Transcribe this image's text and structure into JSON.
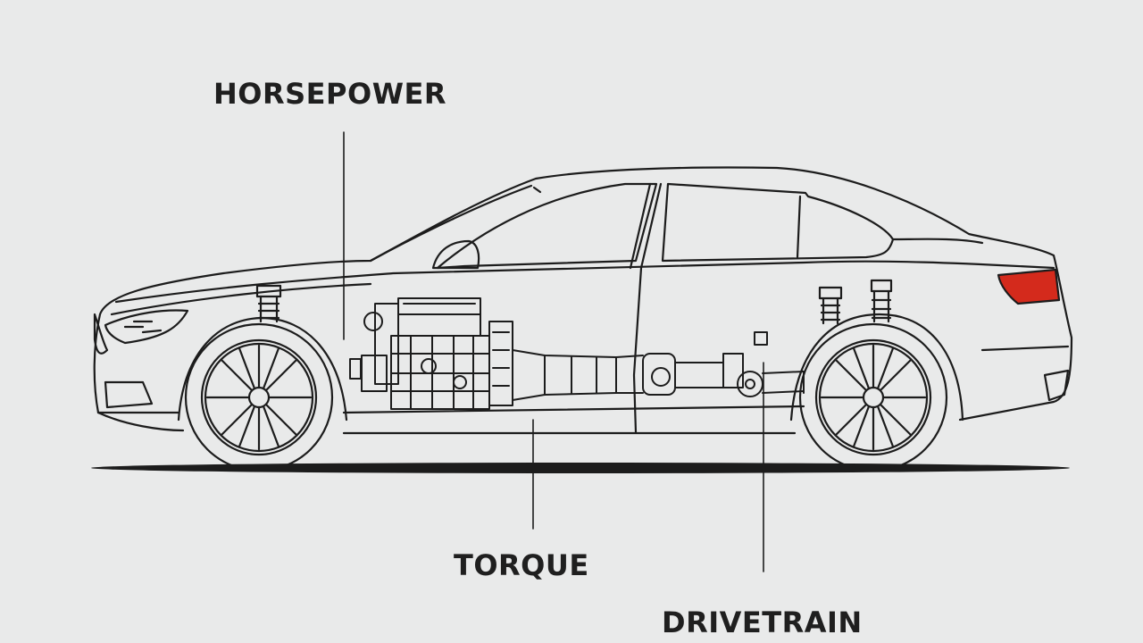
{
  "labels": {
    "horsepower": "HORSEPOWER",
    "torque": "TORQUE",
    "drivetrain": "DRIVETRAIN"
  },
  "colors": {
    "background": "#e9eaea",
    "line": "#1c1c1c",
    "taillight": "#d42a1c"
  }
}
